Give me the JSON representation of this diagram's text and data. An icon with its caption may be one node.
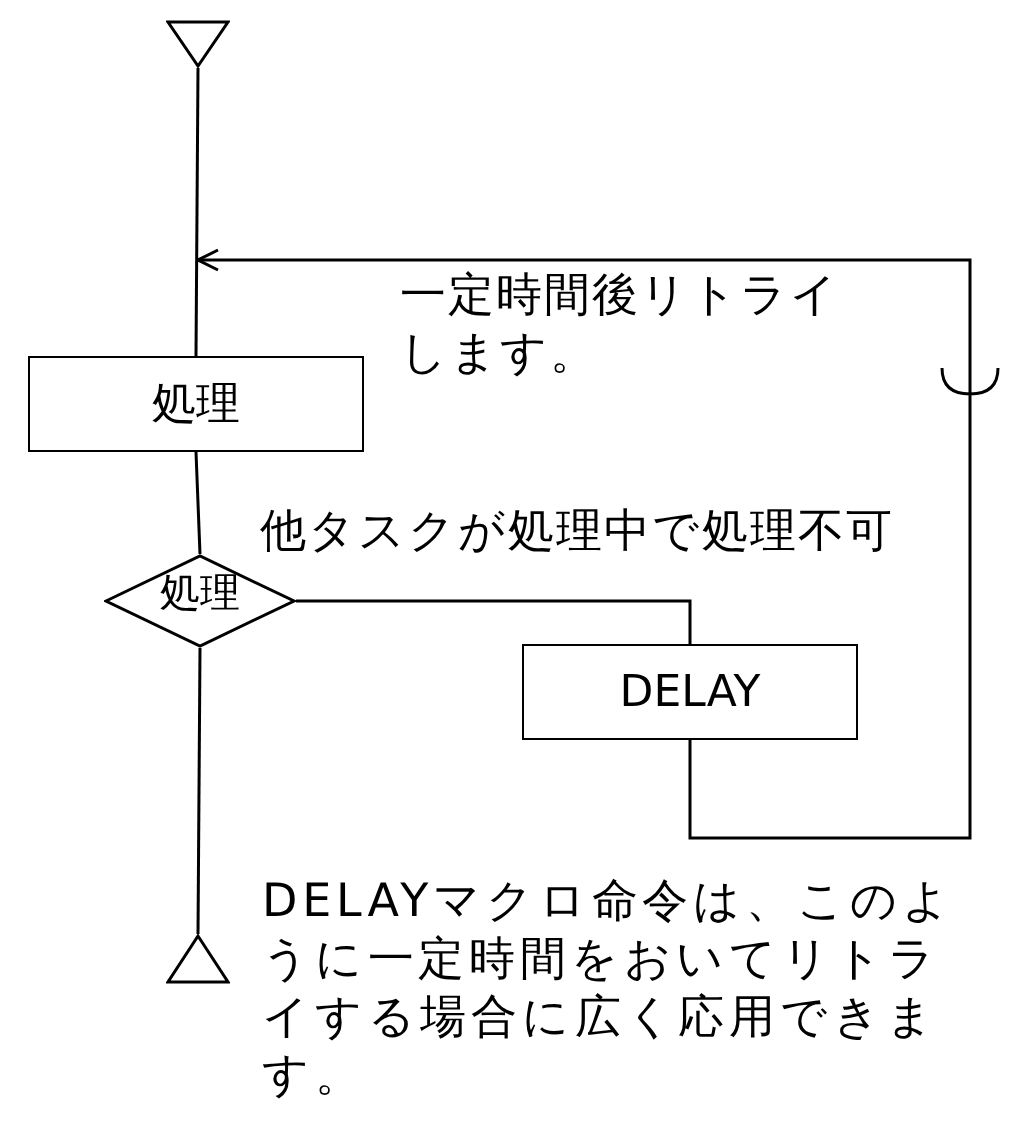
{
  "diagram": {
    "nodes": [
      {
        "text": [],
        "shape": "triangle"
      },
      {
        "text": [
          "処理"
        ]
      },
      {
        "text": [
          "処理"
        ]
      },
      {
        "text": [
          "DELAY"
        ]
      },
      {
        "text": [],
        "shape": "triangle",
        "beside": [
          "DELAYマクロ命令は、このように一定時間をおいてリトライする場合に広く応用できます。"
        ]
      }
    ],
    "edges": [
      {
        "from": 0,
        "to": 1,
        "arrow": "none"
      },
      {
        "from": 1,
        "to": 2,
        "arrow": "none"
      },
      {
        "from": 2,
        "to": 3,
        "arrow": "none",
        "label": "他タスクが処理中で処理不可"
      },
      {
        "from": 3,
        "to": null,
        "arrow": "to",
        "label": "一定時間後リトライします。"
      },
      {
        "from": 2,
        "to": 4,
        "arrow": "none"
      }
    ]
  }
}
